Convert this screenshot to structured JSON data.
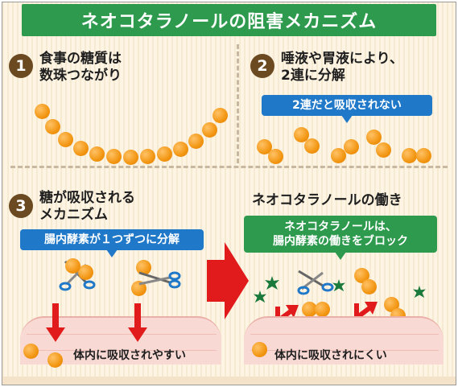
{
  "title": "ネオコタラノールの阻害メカニズム",
  "step1": {
    "number": "1",
    "line1": "食事の糖質は",
    "line2": "数珠つながり"
  },
  "step2": {
    "number": "2",
    "line1": "唾液や胃液により、",
    "line2": "2連に分解",
    "callout": "2連だと吸収されない"
  },
  "step3": {
    "number": "3",
    "line1": "糖が吸収される",
    "line2": "メカニズム",
    "callout": "腸内酵素が１つずつに分解",
    "absorb_label": "体内に吸収されやすい"
  },
  "step4": {
    "heading": "ネオコタラノールの働き",
    "callout_line1": "ネオコタラノールは、",
    "callout_line2": "腸内酵素の働きをブロック",
    "absorb_label": "体内に吸収されにくい"
  },
  "colors": {
    "title_green": "#2e9a4e",
    "callout_blue": "#1f78c8",
    "sugar_orange": "#f29612",
    "arrow_red": "#e11b1b",
    "number_brown": "#6b4a22",
    "skin_pink": "#f9d9d4"
  },
  "icons": [
    "scissors-icon",
    "red-arrow-icon",
    "block-star-icon"
  ]
}
